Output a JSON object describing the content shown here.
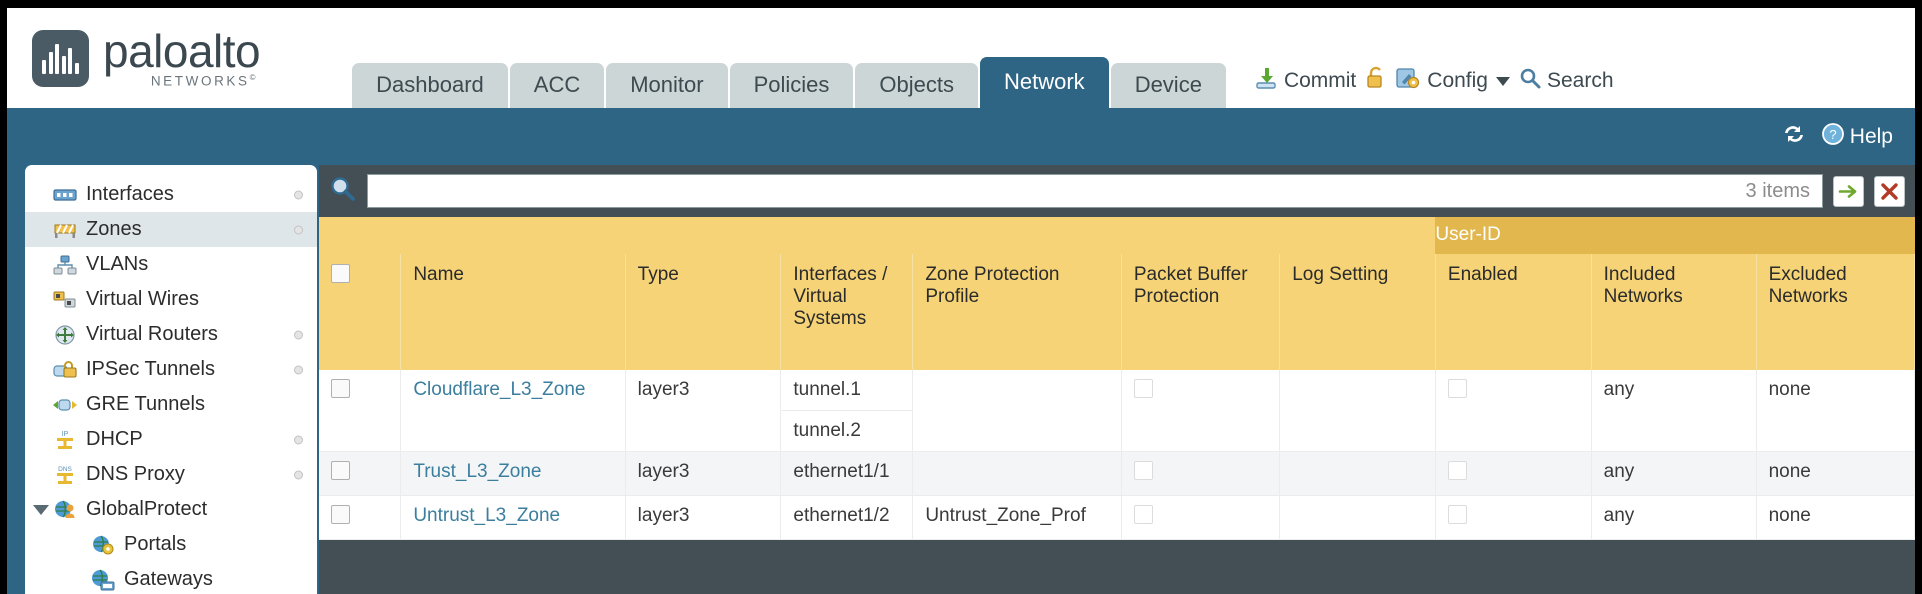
{
  "brand": {
    "name": "paloalto",
    "sub": "NETWORKS",
    "sup": "©"
  },
  "tabs": [
    {
      "label": "Dashboard",
      "active": false
    },
    {
      "label": "ACC",
      "active": false
    },
    {
      "label": "Monitor",
      "active": false
    },
    {
      "label": "Policies",
      "active": false
    },
    {
      "label": "Objects",
      "active": false
    },
    {
      "label": "Network",
      "active": true
    },
    {
      "label": "Device",
      "active": false
    }
  ],
  "toolbar": {
    "commit_label": "Commit",
    "config_label": "Config",
    "search_label": "Search",
    "lock_icon": "lock-icon",
    "commit_icon": "commit-icon",
    "config_icon": "config-icon",
    "search_icon": "search-icon"
  },
  "blue_band": {
    "refresh_icon": "refresh-icon",
    "help_label": "Help",
    "help_icon": "help-icon"
  },
  "sidebar": {
    "items": [
      {
        "label": "Interfaces",
        "icon": "interfaces-icon",
        "selected": false,
        "dot": true,
        "child": false,
        "expander": false
      },
      {
        "label": "Zones",
        "icon": "zones-icon",
        "selected": true,
        "dot": true,
        "child": false,
        "expander": false
      },
      {
        "label": "VLANs",
        "icon": "vlans-icon",
        "selected": false,
        "dot": false,
        "child": false,
        "expander": false
      },
      {
        "label": "Virtual Wires",
        "icon": "virtual-wires-icon",
        "selected": false,
        "dot": false,
        "child": false,
        "expander": false
      },
      {
        "label": "Virtual Routers",
        "icon": "virtual-routers-icon",
        "selected": false,
        "dot": true,
        "child": false,
        "expander": false
      },
      {
        "label": "IPSec Tunnels",
        "icon": "ipsec-tunnels-icon",
        "selected": false,
        "dot": true,
        "child": false,
        "expander": false
      },
      {
        "label": "GRE Tunnels",
        "icon": "gre-tunnels-icon",
        "selected": false,
        "dot": false,
        "child": false,
        "expander": false
      },
      {
        "label": "DHCP",
        "icon": "dhcp-icon",
        "selected": false,
        "dot": true,
        "child": false,
        "expander": false
      },
      {
        "label": "DNS Proxy",
        "icon": "dns-proxy-icon",
        "selected": false,
        "dot": true,
        "child": false,
        "expander": false
      },
      {
        "label": "GlobalProtect",
        "icon": "globalprotect-icon",
        "selected": false,
        "dot": false,
        "child": false,
        "expander": true
      },
      {
        "label": "Portals",
        "icon": "portals-icon",
        "selected": false,
        "dot": false,
        "child": true,
        "expander": false
      },
      {
        "label": "Gateways",
        "icon": "gateways-icon",
        "selected": false,
        "dot": false,
        "child": true,
        "expander": false
      }
    ]
  },
  "search": {
    "icon": "search-magnifier-icon",
    "value": "",
    "placeholder": "",
    "items_count": "3 items",
    "apply_icon": "apply-filter-arrow-icon",
    "clear_icon": "clear-filter-x-icon"
  },
  "table": {
    "group_header": "User-ID",
    "columns": [
      "Name",
      "Type",
      "Interfaces / Virtual Systems",
      "Zone Protection Profile",
      "Packet Buffer Protection",
      "Log Setting",
      "Enabled",
      "Included Networks",
      "Excluded Networks"
    ],
    "rows": [
      {
        "name": "Cloudflare_L3_Zone",
        "type": "layer3",
        "interfaces": [
          "tunnel.1",
          "tunnel.2"
        ],
        "zone_protection_profile": "",
        "packet_buffer_protection": false,
        "log_setting": "",
        "userid_enabled": false,
        "included_networks": "any",
        "excluded_networks": "none"
      },
      {
        "name": "Trust_L3_Zone",
        "type": "layer3",
        "interfaces": [
          "ethernet1/1"
        ],
        "zone_protection_profile": "",
        "packet_buffer_protection": false,
        "log_setting": "",
        "userid_enabled": false,
        "included_networks": "any",
        "excluded_networks": "none"
      },
      {
        "name": "Untrust_L3_Zone",
        "type": "layer3",
        "interfaces": [
          "ethernet1/2"
        ],
        "zone_protection_profile": "Untrust_Zone_Prof",
        "packet_buffer_protection": false,
        "log_setting": "",
        "userid_enabled": false,
        "included_networks": "any",
        "excluded_networks": "none"
      }
    ]
  },
  "colors": {
    "header_blue": "#2e6484",
    "tab_inactive": "#ccd6d6",
    "table_header": "#f5d376",
    "group_header": "#e2b74e",
    "link": "#3b7e9e",
    "panel_dark": "#444f55"
  }
}
